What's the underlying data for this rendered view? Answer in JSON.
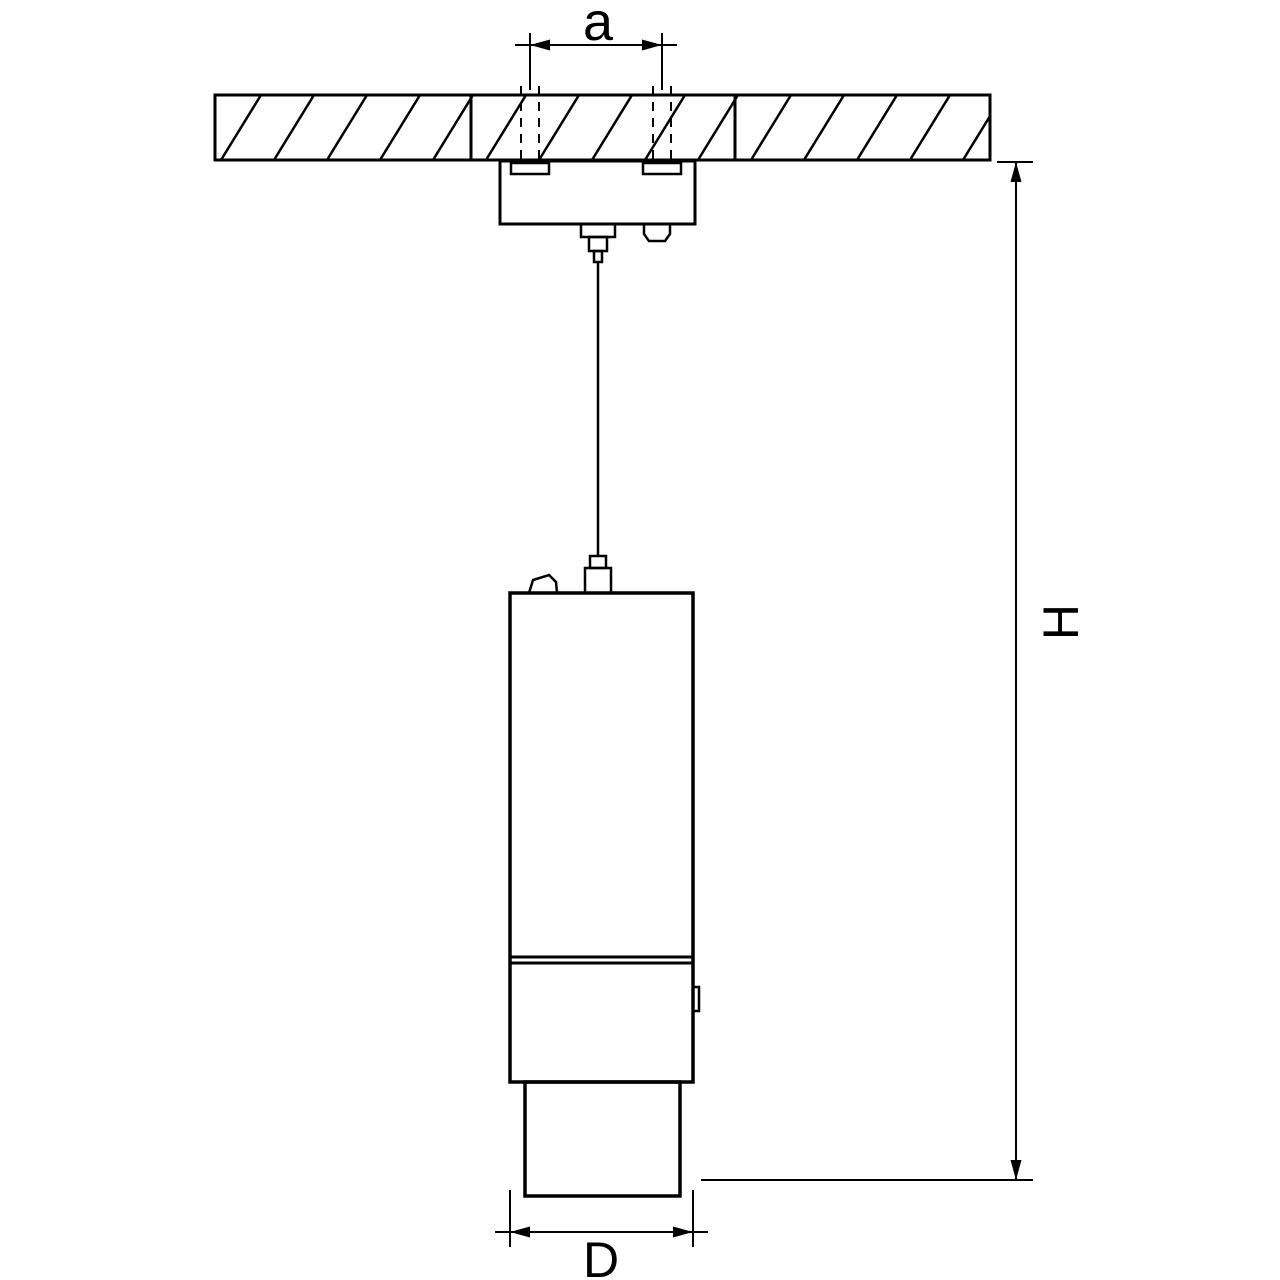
{
  "labels": {
    "a": "a",
    "H": "H",
    "D": "D"
  },
  "colors": {
    "line": "#000000",
    "background": "#ffffff"
  }
}
